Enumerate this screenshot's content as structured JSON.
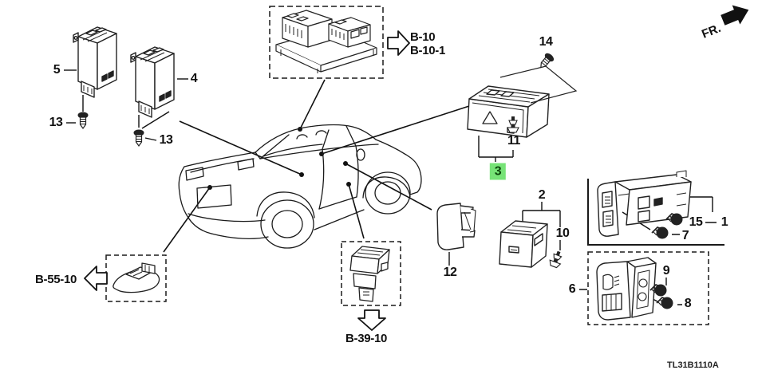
{
  "diagram": {
    "code": "TL31B1110A",
    "fr_label": "FR.",
    "highlight_color": "#77e377",
    "line_color": "#1a1a1a",
    "background_color": "#ffffff"
  },
  "callouts": {
    "c5": "5",
    "c13a": "13",
    "c4": "4",
    "c13b": "13",
    "c14": "14",
    "c11": "11",
    "c3": "3",
    "c2": "2",
    "c10": "10",
    "c12": "12",
    "c15": "15",
    "c1": "1",
    "c7": "7",
    "c6": "6",
    "c9": "9",
    "c8": "8"
  },
  "references": {
    "b10": "B-10",
    "b10_1": "B-10-1",
    "b55": "B-55-10",
    "b39": "B-39-10"
  }
}
